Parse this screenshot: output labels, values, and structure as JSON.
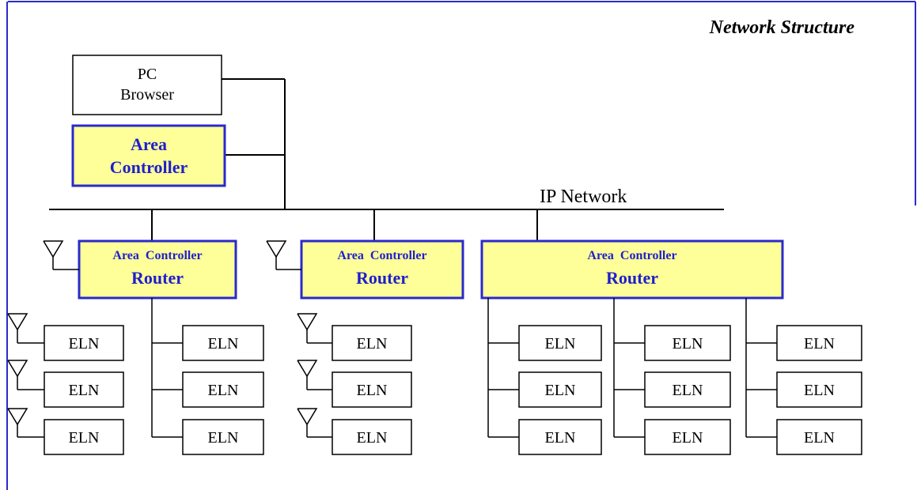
{
  "title": "Network Structure",
  "network_label": "IP Network",
  "pc": {
    "line1": "PC",
    "line2": "Browser"
  },
  "main_controller": {
    "line1": "Area",
    "line2": "Controller"
  },
  "routers": [
    {
      "line1": "Area  Controller",
      "line2": "Router"
    },
    {
      "line1": "Area  Controller",
      "line2": "Router"
    },
    {
      "line1": "Area  Controller",
      "line2": "Router"
    }
  ],
  "node_label": "ELN",
  "colors": {
    "frame": "#2a2acc",
    "controller_fill": "#ffff99",
    "controller_border": "#2a2acc",
    "controller_text": "#1f1fcc",
    "line": "#000000"
  }
}
